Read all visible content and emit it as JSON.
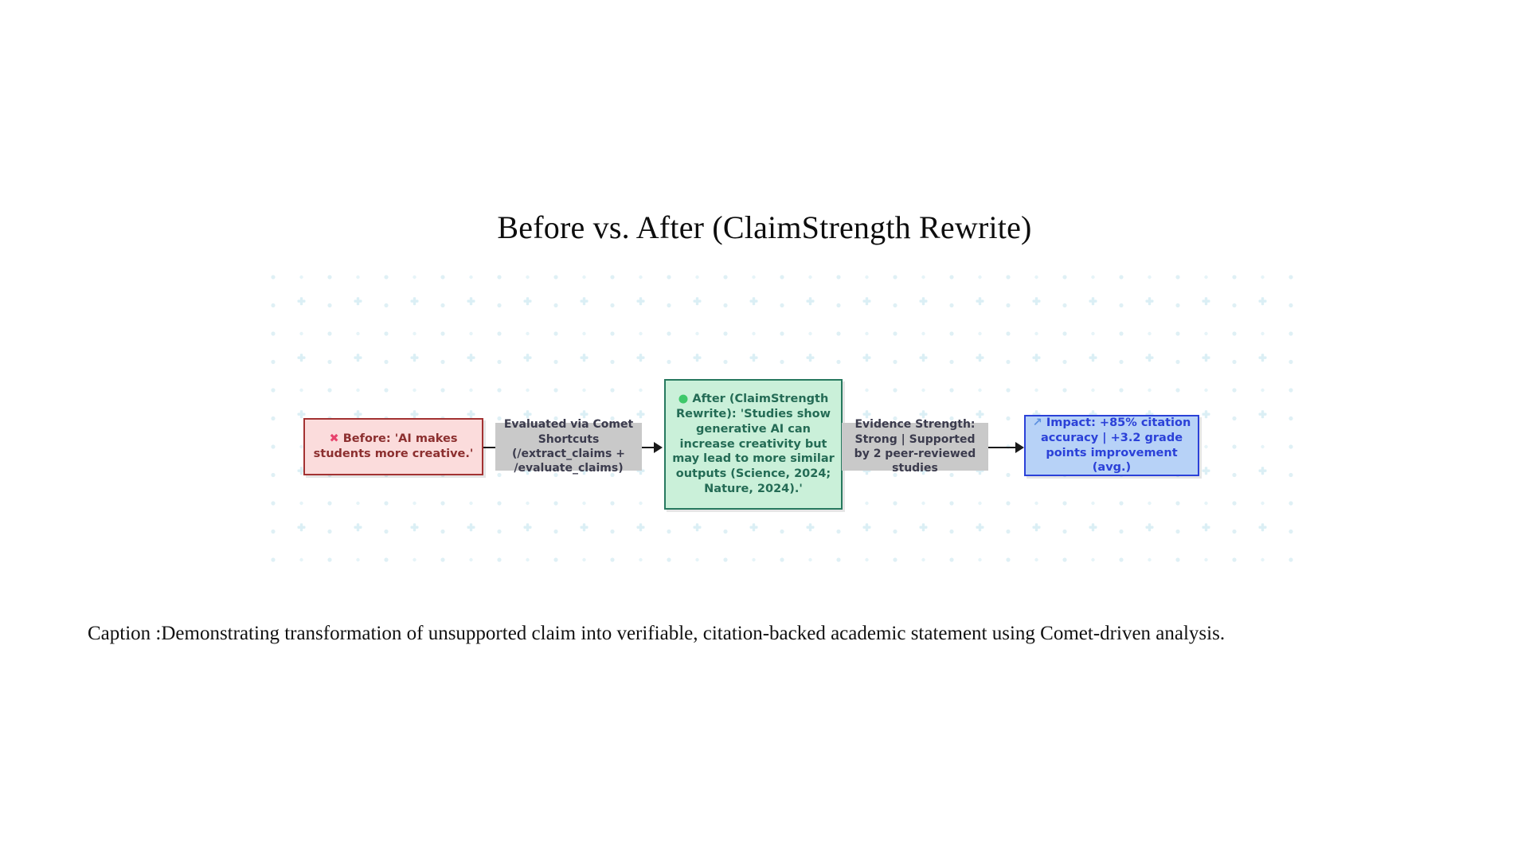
{
  "title": "Before vs. After (ClaimStrength Rewrite)",
  "caption": "Caption :Demonstrating transformation of unsupported claim into verifiable, citation-backed academic statement using Comet-driven analysis.",
  "nodes": {
    "before": {
      "icon": "cross-mark-icon",
      "icon_glyph": "✖",
      "text": "Before: 'AI makes students more creative.'",
      "border_color": "#a33232",
      "fill_color": "#fbdcdc",
      "text_color": "#8c2f2f"
    },
    "after": {
      "icon": "green-circle-icon",
      "icon_glyph": "●",
      "text": "After (ClaimStrength Rewrite): 'Studies show generative AI can increase creativity but may lead to more similar outputs (Science, 2024; Nature, 2024).'",
      "border_color": "#27795f",
      "fill_color": "#caf0d9",
      "text_color": "#246b55"
    },
    "impact": {
      "icon": "chart-increasing-icon",
      "icon_glyph": "↗",
      "text": "Impact: +85% citation accuracy | +3.2 grade points improvement (avg.)",
      "border_color": "#2b41d8",
      "fill_color": "#b7d2f7",
      "text_color": "#2b41d8"
    }
  },
  "edge_labels": {
    "evaluated": "Evaluated via Comet Shortcuts (/extract_claims + /evaluate_claims)",
    "evidence": "Evidence Strength: Strong | Supported by 2 peer-reviewed studies"
  },
  "background": {
    "grid_dot_color": "#daeef3",
    "grid_plus_color": "#d6ecf2",
    "canvas_color": "#ffffff"
  }
}
